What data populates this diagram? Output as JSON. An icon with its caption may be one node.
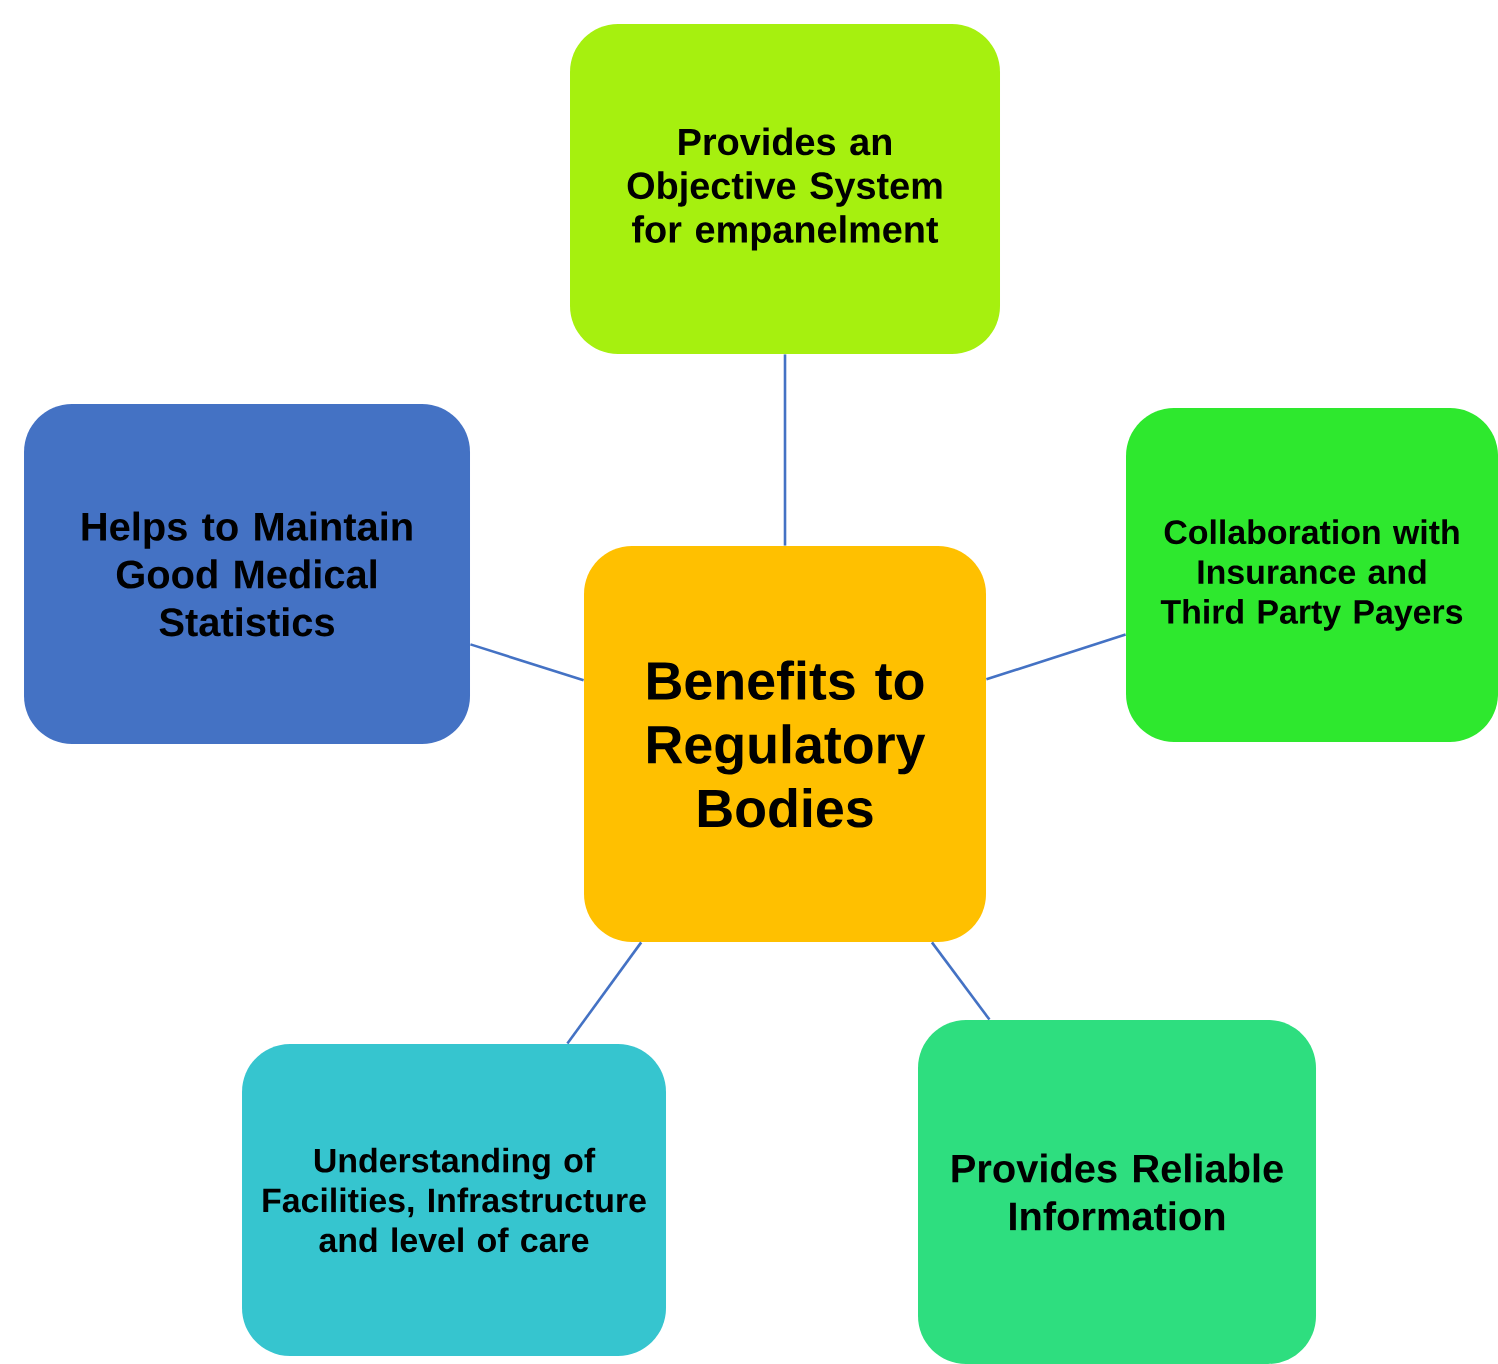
{
  "diagram": {
    "nodes": [
      {
        "text": [
          "Benefits to Regulatory Bodies"
        ]
      },
      {
        "text": [
          "Provides an Objective System for empanelment"
        ]
      },
      {
        "text": [
          "Collaboration with Insurance and Third Party Payers"
        ]
      },
      {
        "text": [
          "Provides Reliable Information"
        ]
      },
      {
        "text": [
          "Understanding of Facilities, Infrastructure and level of care"
        ]
      },
      {
        "text": [
          "Helps to Maintain Good Medical Statistics"
        ]
      }
    ],
    "edges": [
      {
        "from": 0,
        "to": 1,
        "arrow": "none"
      },
      {
        "from": 0,
        "to": 2,
        "arrow": "none"
      },
      {
        "from": 0,
        "to": 3,
        "arrow": "none"
      },
      {
        "from": 0,
        "to": 4,
        "arrow": "none"
      },
      {
        "from": 0,
        "to": 5,
        "arrow": "none"
      }
    ]
  }
}
